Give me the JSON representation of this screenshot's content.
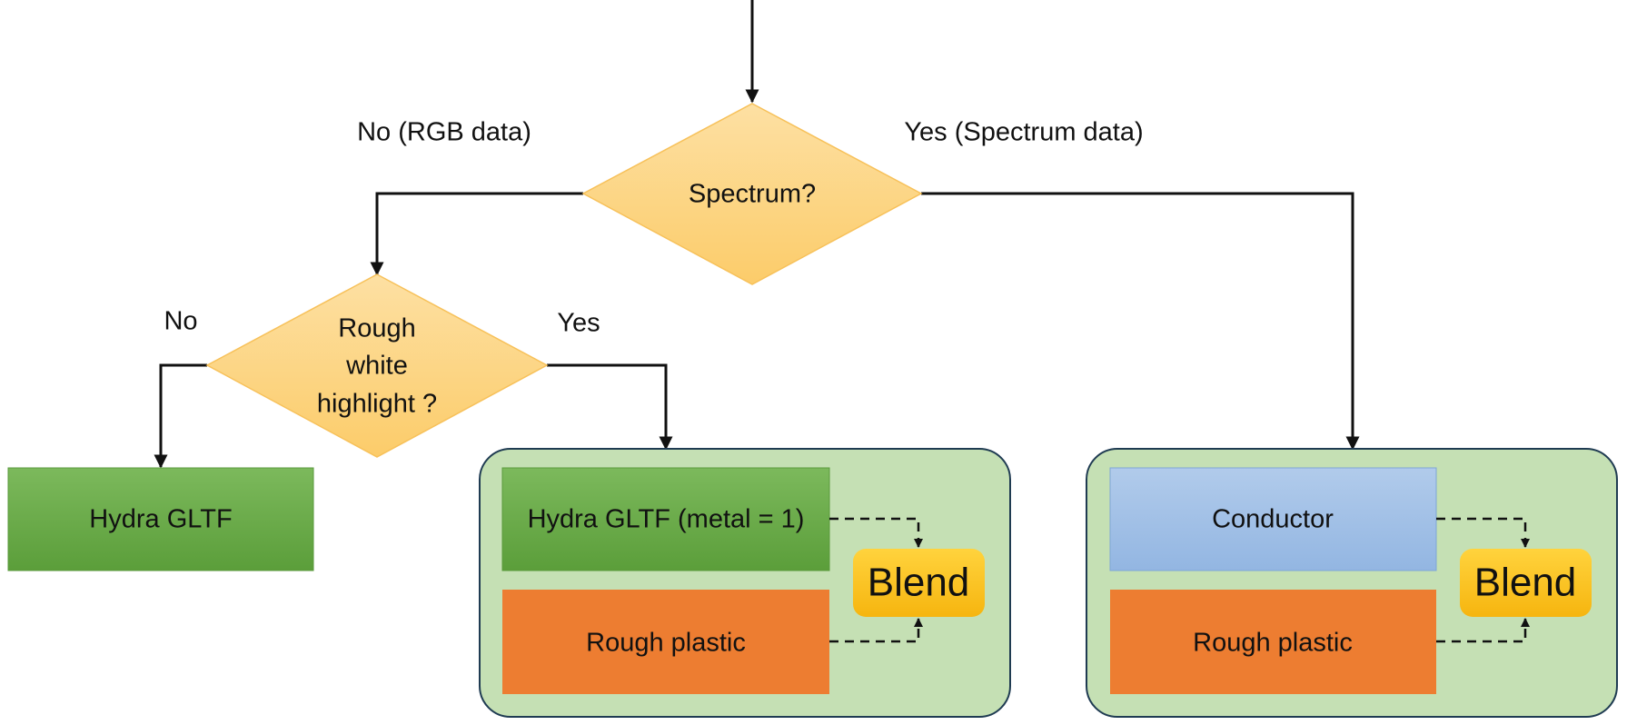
{
  "decisions": {
    "spectrum": {
      "label": "Spectrum?"
    },
    "rough_white": {
      "lines": [
        "Rough",
        "white",
        "highlight ?"
      ]
    }
  },
  "edges": {
    "spectrum_no": "No (RGB data)",
    "spectrum_yes": "Yes (Spectrum data)",
    "rough_no": "No",
    "rough_yes": "Yes"
  },
  "nodes": {
    "hydra_gltf": "Hydra GLTF",
    "group_metal": {
      "top": "Hydra GLTF (metal = 1)",
      "bottom": "Rough plastic",
      "blend": "Blend"
    },
    "group_conductor": {
      "top": "Conductor",
      "bottom": "Rough plastic",
      "blend": "Blend"
    }
  },
  "colors": {
    "diamond": "#fdd68a",
    "diamond_stroke": "#f7c15a",
    "green": "#6aaa4a",
    "orange": "#ed7d31",
    "blue": "#a3c2e6",
    "panel": "#c5e0b4",
    "panel_stroke": "#1f3b52",
    "blend": "#fdc21a"
  }
}
